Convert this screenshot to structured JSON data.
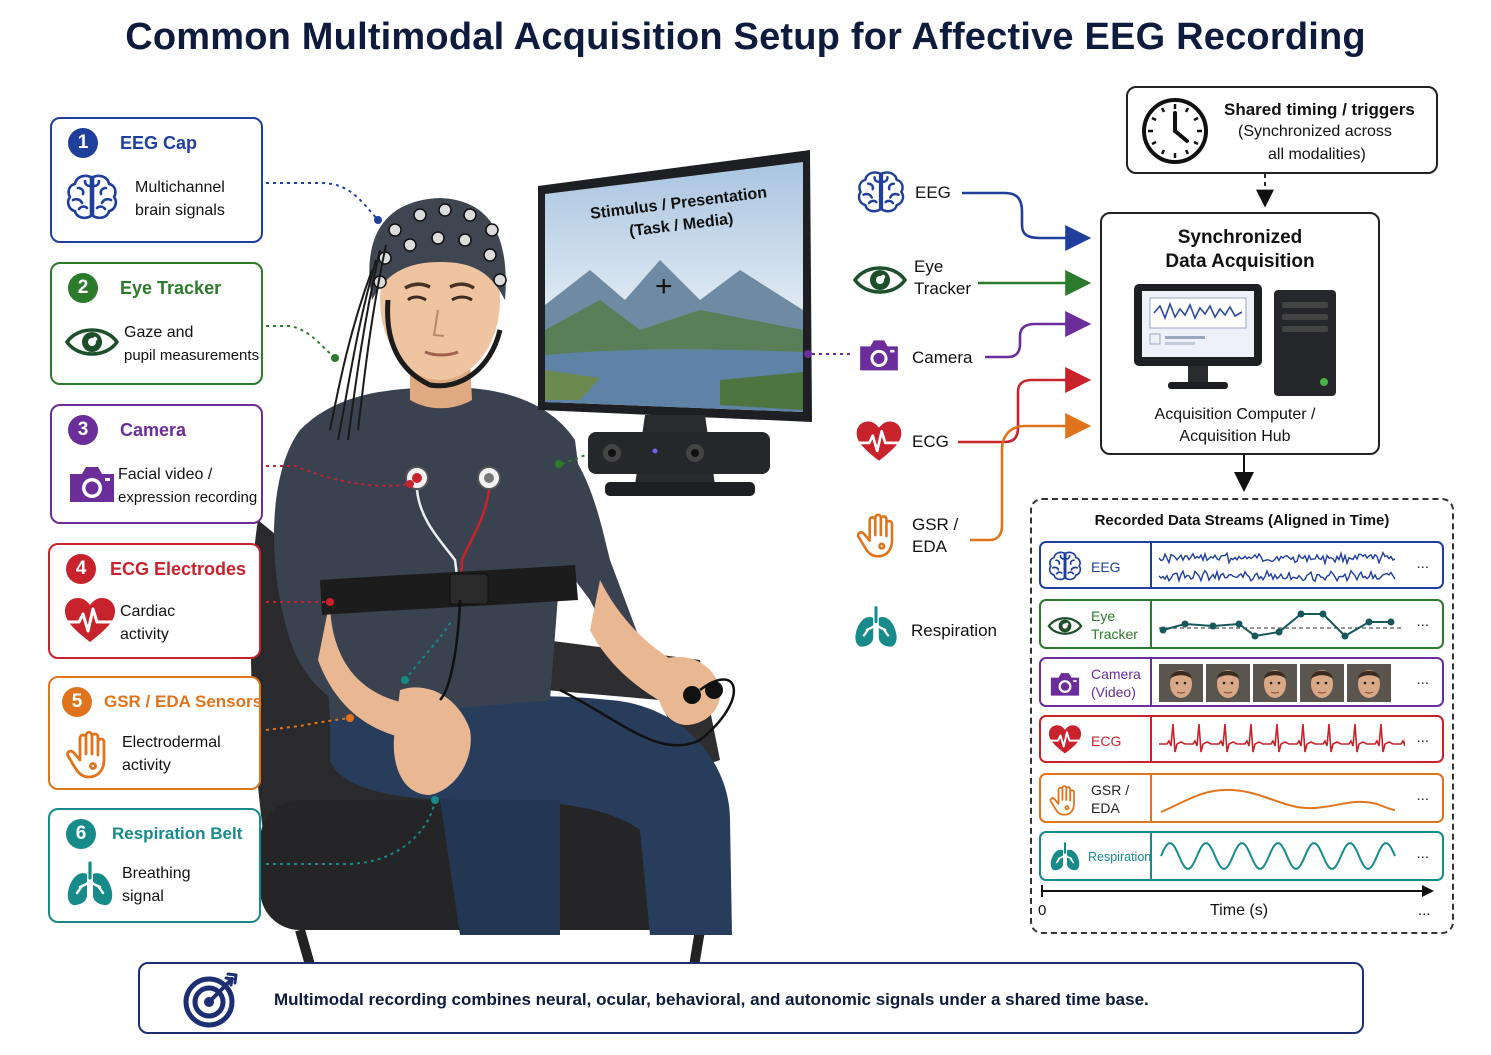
{
  "title": "Common Multimodal Acquisition Setup for Affective EEG Recording",
  "colors": {
    "eeg": "#1f3f9a",
    "eye": "#2c7a2c",
    "camera": "#6a2d9a",
    "ecg": "#c8232c",
    "gsr": "#e0741c",
    "resp": "#178a8a",
    "navy": "#0f1b3d"
  },
  "modalities": [
    {
      "number": "1",
      "title": "EEG Cap",
      "desc_line1": "Multichannel",
      "desc_line2": "brain signals",
      "icon": "brain-icon"
    },
    {
      "number": "2",
      "title": "Eye Tracker",
      "desc_line1": "Gaze and",
      "desc_line2": "pupil measurements",
      "icon": "eye-icon"
    },
    {
      "number": "3",
      "title": "Camera",
      "desc_line1": "Facial video /",
      "desc_line2": "expression recording",
      "icon": "camera-icon"
    },
    {
      "number": "4",
      "title": "ECG Electrodes",
      "desc_line1": "Cardiac",
      "desc_line2": "activity",
      "icon": "heart-icon"
    },
    {
      "number": "5",
      "title": "GSR / EDA Sensors",
      "desc_line1": "Electrodermal",
      "desc_line2": "activity",
      "icon": "hand-icon"
    },
    {
      "number": "6",
      "title": "Respiration Belt",
      "desc_line1": "Breathing",
      "desc_line2": "signal",
      "icon": "lungs-icon"
    }
  ],
  "monitor": {
    "line1": "Stimulus / Presentation",
    "line2": "(Task / Media)",
    "fixation": "+"
  },
  "signals": [
    {
      "line1": "EEG",
      "line2": ""
    },
    {
      "line1": "Eye",
      "line2": "Tracker"
    },
    {
      "line1": "Camera",
      "line2": ""
    },
    {
      "line1": "ECG",
      "line2": ""
    },
    {
      "line1": "GSR /",
      "line2": "EDA"
    },
    {
      "line1": "Respiration",
      "line2": ""
    }
  ],
  "timing": {
    "title": "Shared timing / triggers",
    "line2": "(Synchronized across",
    "line3": "all modalities)"
  },
  "acquisition": {
    "title1": "Synchronized",
    "title2": "Data Acquisition",
    "caption1": "Acquisition Computer /",
    "caption2": "Acquisition Hub"
  },
  "streams": {
    "title": "Recorded Data Streams (Aligned in Time)",
    "rows": [
      {
        "line1": "EEG",
        "line2": ""
      },
      {
        "line1": "Eye",
        "line2": "Tracker"
      },
      {
        "line1": "Camera",
        "line2": "(Video)"
      },
      {
        "line1": "ECG",
        "line2": ""
      },
      {
        "line1": "GSR /",
        "line2": "EDA"
      },
      {
        "line1": "Respiration",
        "line2": ""
      }
    ],
    "ellipsis": "...",
    "axis_start": "0",
    "axis_label": "Time (s)",
    "axis_end": "..."
  },
  "footer": "Multimodal recording combines neural, ocular, behavioral, and autonomic signals under a shared time base."
}
